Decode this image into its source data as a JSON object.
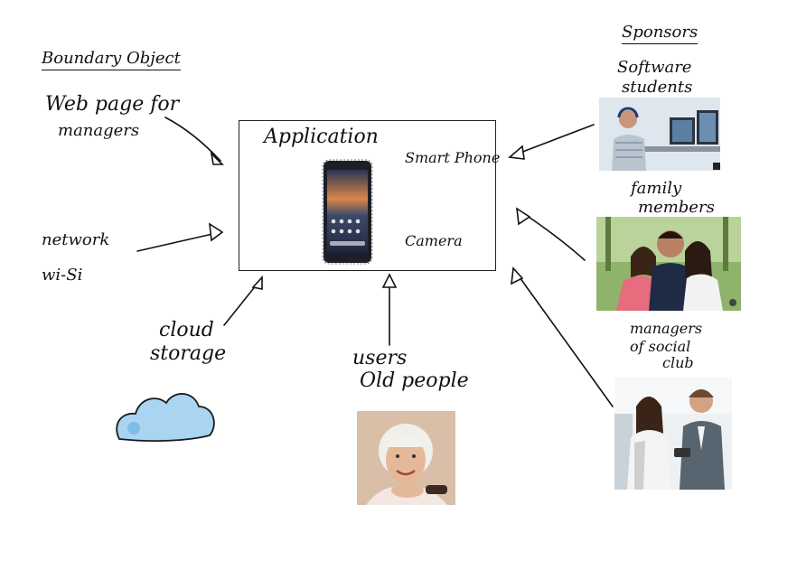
{
  "labels": {
    "boundary_object": "Boundary Object",
    "web_page_line1": "Web page for",
    "web_page_line2": "managers",
    "network_line1": "network",
    "network_line2": "wi-Si",
    "cloud_line1": "cloud",
    "cloud_line2": "storage",
    "application": "Application",
    "smart_phone": "Smart Phone",
    "camera": "Camera",
    "users_line1": "users",
    "users_line2": "Old people",
    "sponsors": "Sponsors",
    "software_line1": "Software",
    "software_line2": "students",
    "family_line1": "family",
    "family_line2": "members",
    "managers_line1": "managers",
    "managers_line2": "of social",
    "managers_line3": "club"
  },
  "colors": {
    "ink": "#111111",
    "cloud_fill": "#a9d4f2",
    "cloud_stroke": "#1a1a1a"
  },
  "icons": [
    "phone-image",
    "cloud-icon",
    "photo-software-student",
    "photo-family",
    "photo-old-woman",
    "photo-managers"
  ]
}
